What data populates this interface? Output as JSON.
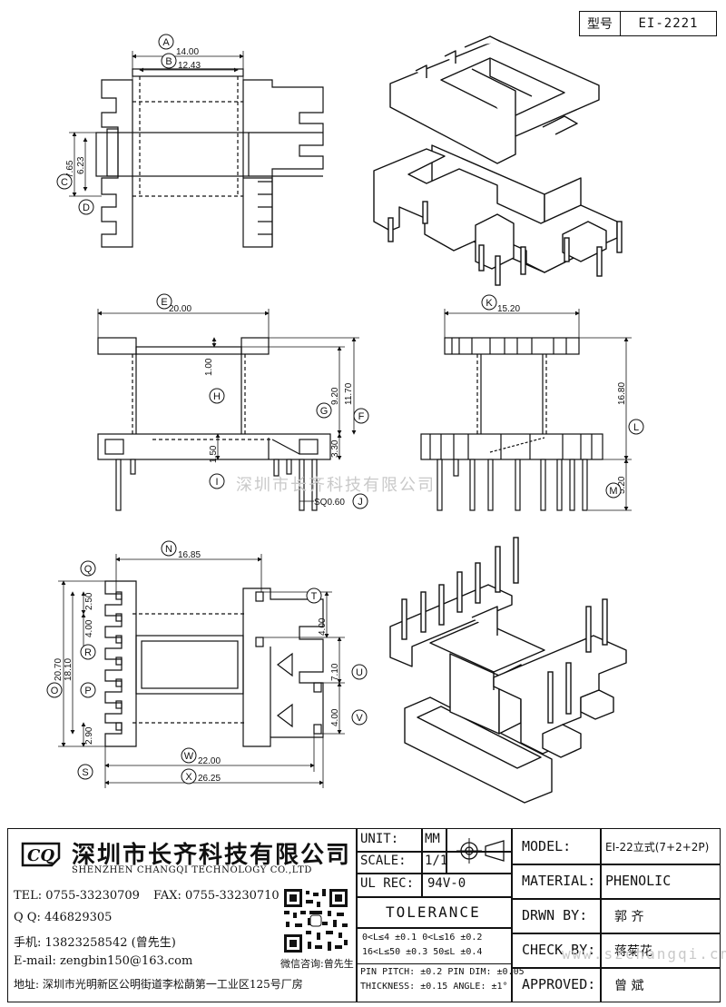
{
  "header": {
    "model_label": "型号",
    "model_value": "EI-2221"
  },
  "watermark": {
    "cn": "深圳市长齐科技有限公司",
    "url": "www.szchangqi.cn"
  },
  "dimensions": {
    "top_view": {
      "A": "14.00",
      "B": "12.43",
      "C": "7.65",
      "D": "6.23"
    },
    "front_view": {
      "E": "20.00",
      "H": "1.00",
      "G": "9.20",
      "F": "11.70",
      "I": "1.50",
      "gap": "3.30",
      "J": "SQ0.60"
    },
    "side_view": {
      "K": "15.20",
      "L": "16.80",
      "M": "5.20"
    },
    "bottom_view": {
      "N": "16.85",
      "Q": "2.50",
      "R": "4.00",
      "O": "20.70",
      "P": "18.10",
      "S": "2.90",
      "T": "4.00",
      "U": "7.10",
      "V": "4.00",
      "W": "22.00",
      "X": "26.25"
    }
  },
  "callouts": [
    "A",
    "B",
    "C",
    "D",
    "E",
    "F",
    "G",
    "H",
    "I",
    "J",
    "K",
    "L",
    "M",
    "N",
    "O",
    "P",
    "Q",
    "R",
    "S",
    "T",
    "U",
    "V",
    "W",
    "X"
  ],
  "title_block": {
    "company_cn": "深圳市长齐科技有限公司",
    "company_en": "SHENZHEN CHANGQI TECHNOLOGY CO.,LTD",
    "logo_text": "CQ",
    "tel": "TEL: 0755-33230709",
    "fax": "FAX: 0755-33230710",
    "qq": "Q Q: 446829305",
    "phone": "手机: 13823258542 (曾先生)",
    "email": "E-mail: zengbin150@163.com",
    "address": "地址: 深圳市光明新区公明街道李松蓢第一工业区125号厂房",
    "qr_caption": "微信咨询:曾先生",
    "unit_label": "UNIT:",
    "unit_value": "MM",
    "scale_label": "SCALE:",
    "scale_value": "1/1",
    "ulrec_label": "UL REC:",
    "ulrec_value": "94V-0",
    "tolerance_label": "TOLERANCE",
    "tol_row1": "0<L≤4   ±0.1   0<L≤16  ±0.2",
    "tol_row2": "16<L≤50  ±0.3   50≤L   ±0.4",
    "tol_row3": "PIN PITCH: ±0.2 PIN  DIM: ±0.05",
    "tol_row4": "THICKNESS: ±0.15    ANGLE: ±1°",
    "model_label": "MODEL:",
    "model_value": "EI-22立式(7+2+2P)",
    "material_label": "MATERIAL:",
    "material_value": "PHENOLIC",
    "drawn_label": "DRWN BY:",
    "drawn_value": "郭 齐",
    "check_label": "CHECK BY:",
    "check_value": "蒋菊花",
    "approved_label": "APPROVED:",
    "approved_value": "曾 斌"
  }
}
